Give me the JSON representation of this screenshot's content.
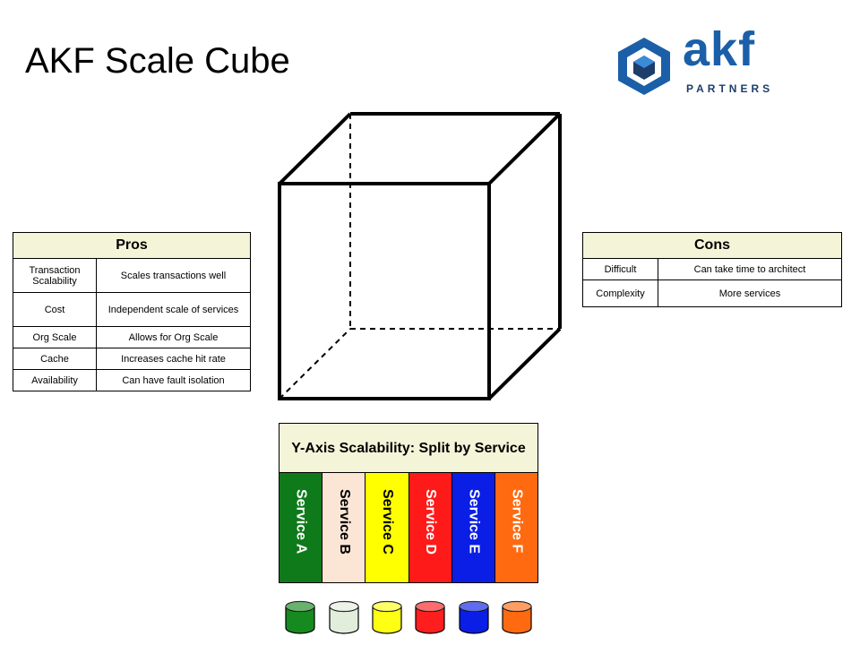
{
  "title": "AKF Scale Cube",
  "logo": {
    "word": "akf",
    "sub": "PARTNERS",
    "brand_color": "#1b5fa8"
  },
  "pros": {
    "header": "Pros",
    "rows": [
      {
        "label": "Transaction Scalability",
        "desc": "Scales transactions well"
      },
      {
        "label": "Cost",
        "desc": "Independent scale of services"
      },
      {
        "label": "Org Scale",
        "desc": "Allows for Org Scale"
      },
      {
        "label": "Cache",
        "desc": "Increases cache hit rate"
      },
      {
        "label": "Availability",
        "desc": "Can have fault isolation"
      }
    ]
  },
  "cons": {
    "header": "Cons",
    "rows": [
      {
        "label": "Difficult",
        "desc": "Can take time to architect"
      },
      {
        "label": "Complexity",
        "desc": "More services"
      }
    ]
  },
  "yaxis": {
    "title": "Y-Axis Scalability: Split by Service",
    "services": [
      {
        "label": "Service A",
        "bg": "#0f7a1a",
        "fg": "#ffffff"
      },
      {
        "label": "Service B",
        "bg": "#fbe6d6",
        "fg": "#000000"
      },
      {
        "label": "Service C",
        "bg": "#ffff00",
        "fg": "#000000"
      },
      {
        "label": "Service D",
        "bg": "#ff1a1a",
        "fg": "#ffffff"
      },
      {
        "label": "Service E",
        "bg": "#0a1ee6",
        "fg": "#ffffff"
      },
      {
        "label": "Service F",
        "bg": "#ff6a10",
        "fg": "#ffffff"
      }
    ]
  },
  "databases": [
    {
      "color": "#168a1e"
    },
    {
      "color": "#e3eddc"
    },
    {
      "color": "#ffff14"
    },
    {
      "color": "#ff1e1e"
    },
    {
      "color": "#0a1ee6"
    },
    {
      "color": "#ff6a10"
    }
  ]
}
